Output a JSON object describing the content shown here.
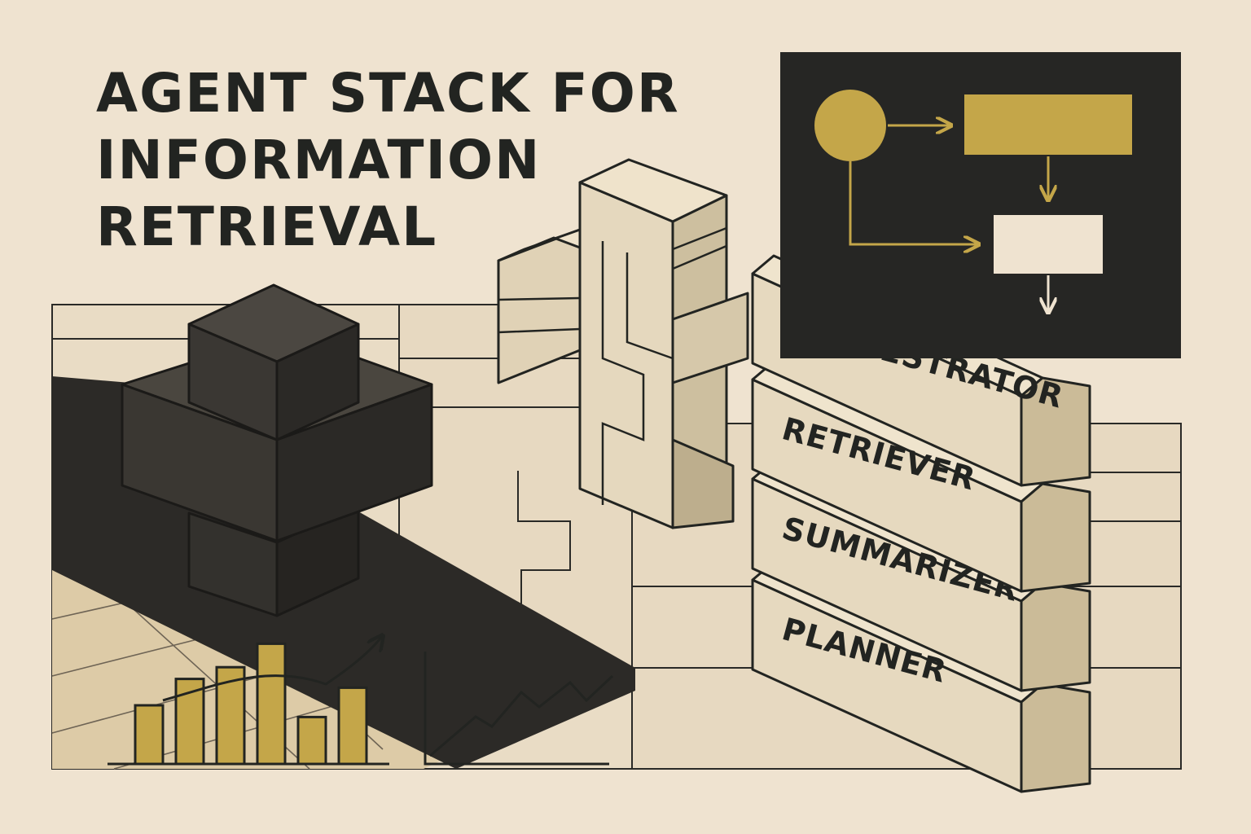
{
  "title": {
    "lines": [
      "AGENT STACK FOR",
      "INFORMATION",
      "RETRIEVAL"
    ]
  },
  "stack": {
    "layers": [
      {
        "label": "ORCHESTRATOR"
      },
      {
        "label": "RETRIEVER"
      },
      {
        "label": "SUMMARIZER"
      },
      {
        "label": "PLANNER"
      }
    ]
  },
  "flow_panel": {
    "nodes": [
      "circle-start",
      "gold-box",
      "white-box"
    ]
  },
  "chart_data": {
    "type": "bar",
    "categories": [
      "",
      "",
      "",
      "",
      "",
      ""
    ],
    "values": [
      2.0,
      2.9,
      3.3,
      4.1,
      1.6,
      2.6
    ],
    "ylim": [
      0,
      5
    ],
    "grid": false,
    "trend_arrow": true
  },
  "colors": {
    "background": "#efe3d0",
    "ink": "#222421",
    "dark_block": "#3b3833",
    "cream_block": "#e3d6bc",
    "gold": "#c4a649",
    "panel": "#262624"
  },
  "icons": [
    "trend-arrow-icon",
    "flow-arrow-icon"
  ]
}
